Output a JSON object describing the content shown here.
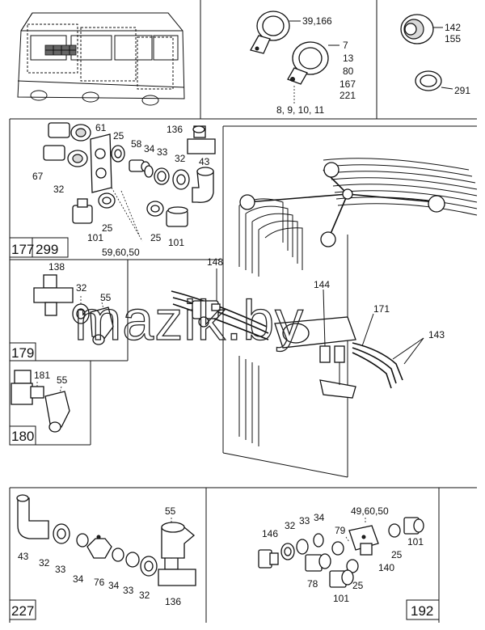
{
  "sections": {
    "clamps_top": {
      "labels": [
        "39,166",
        "7",
        "13",
        "80",
        "167",
        "221",
        "8, 9, 10, 11"
      ]
    },
    "grommets_top": {
      "labels": [
        "142",
        "155",
        "291"
      ]
    },
    "s299": {
      "group_tags": [
        "177",
        "299"
      ],
      "labels": [
        "61",
        "25",
        "58",
        "34",
        "33",
        "136",
        "32",
        "43",
        "67",
        "32",
        "25",
        "101",
        "25",
        "101",
        "59,60,50"
      ]
    },
    "s179": {
      "group_tag": "179",
      "labels": [
        "138",
        "32",
        "55"
      ]
    },
    "s180": {
      "group_tag": "180",
      "labels": [
        "181",
        "55"
      ]
    },
    "main": {
      "labels": [
        "148",
        "144",
        "171",
        "143"
      ]
    },
    "s227": {
      "group_tag": "227",
      "labels": [
        "55",
        "43",
        "32",
        "33",
        "34",
        "76",
        "34",
        "33",
        "32",
        "136"
      ]
    },
    "s192": {
      "group_tag": "192",
      "labels": [
        "49,60,50",
        "146",
        "32",
        "33",
        "34",
        "79",
        "101",
        "25",
        "140",
        "78",
        "25",
        "101"
      ]
    }
  },
  "watermark": "mazik.by"
}
